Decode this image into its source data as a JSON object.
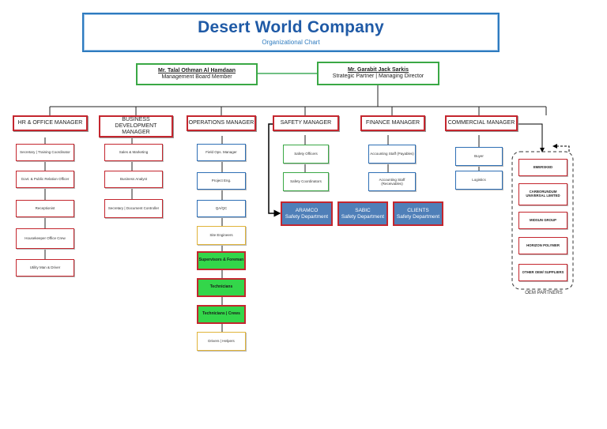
{
  "title": "Desert World Company",
  "subtitle": "Organizational Chart",
  "execs": [
    {
      "name": "Mr. Talal Othman Al Hamdaan",
      "role": "Management Board Member"
    },
    {
      "name": "Mr. Garabit Jack Sarkis",
      "role": "Strategic Partner | Managing Director"
    }
  ],
  "managers": [
    {
      "label": "HR & OFFICE MANAGER",
      "items": [
        "Secretary | Training Coordinator",
        "Govt. & Public Relation Officer",
        "Receptionist",
        "Housekeeper Office Crew",
        "Utility Man & Driver"
      ]
    },
    {
      "label": "BUSINESS DEVELOPMENT MANAGER",
      "items": [
        "Sales & Marketing",
        "Business Analyst",
        "Secretary | Document Controller"
      ]
    },
    {
      "label": "OPERATIONS MANAGER",
      "items": [
        "Field Ops. Manager",
        "Project Eng.",
        "QA/QC",
        "Site Engineers",
        "Supervisors & Foreman",
        "Technicians",
        "Technicians | Crews",
        "Drivers | Helpers"
      ]
    },
    {
      "label": "SAFETY MANAGER",
      "items": [
        "Safety Officers",
        "Safety Coordinators"
      ]
    },
    {
      "label": "FINANCE MANAGER",
      "items": [
        "Accounting Staff (Payables)",
        "Accounting Staff (Receivables)"
      ]
    },
    {
      "label": "COMMERCIAL MANAGER",
      "items": [
        "Buyer",
        "Logistics"
      ]
    }
  ],
  "safety_departments": [
    {
      "line1": "ARAMCO",
      "line2": "Safety Department"
    },
    {
      "line1": "SABIC",
      "line2": "Safety Department"
    },
    {
      "line1": "CLIENTS",
      "line2": "Safety Department"
    }
  ],
  "oem_partners": [
    "EMERSKED",
    "CARBORUNDUM UNIVERSAL LIMITED",
    "MIDSUN GROUP",
    "HORIZON POLYMER",
    "OTHER OEM/ SUPPLIERS"
  ],
  "oem_caption": "OEM PARTNERS",
  "colors": {
    "title": "#1f5aa6",
    "frame": "#2e7bbf",
    "manager_border": "#c4262e",
    "exec_border": "#3aa845",
    "dept_fill": "#4f7fb8",
    "highlight_fill": "#33d64a"
  }
}
